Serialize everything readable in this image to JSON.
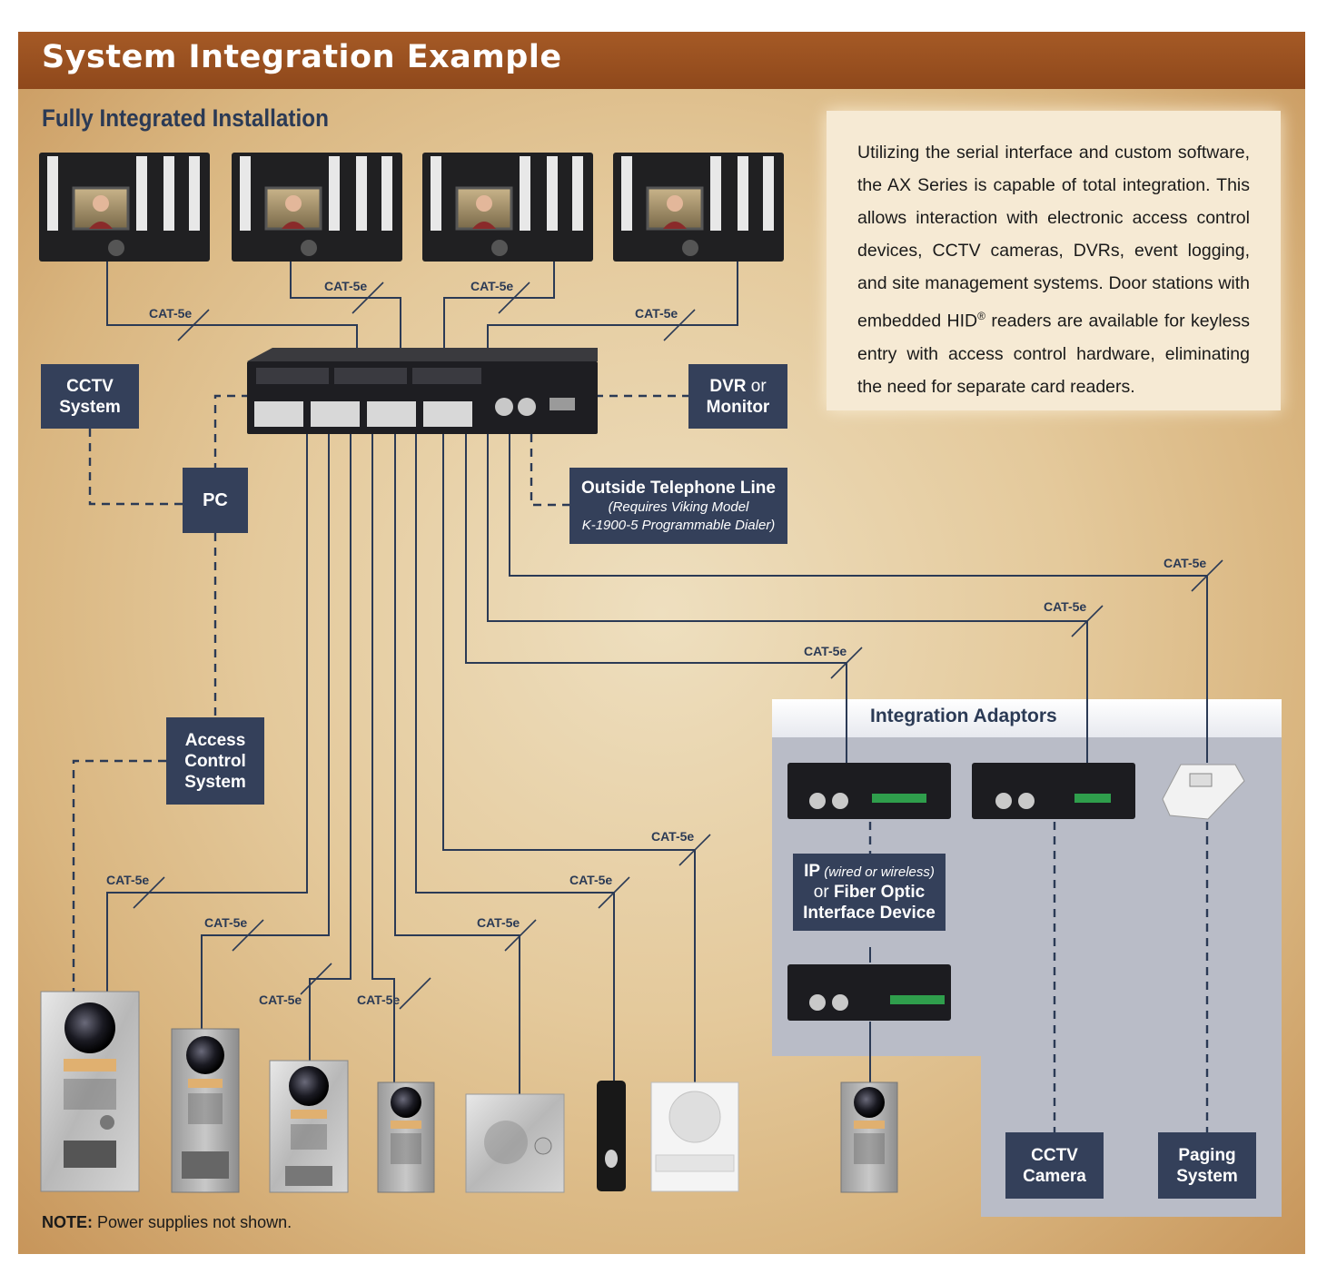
{
  "header": {
    "title": "System Integration Example"
  },
  "subtitle": "Fully Integrated Installation",
  "description": {
    "part1": "Utilizing the serial interface and custom software, the AX Series is capable of total integration. This allows interaction with electronic access control devices, CCTV cameras, DVRs, event logging, and site management systems. Door stations with embedded HID",
    "reg": "®",
    "part2": " readers are available for keyless entry with access control hardware, eliminating the need for separate card readers."
  },
  "boxes": {
    "cctv_system": {
      "line1": "CCTV",
      "line2": "System"
    },
    "pc": {
      "label": "PC"
    },
    "dvr": {
      "strong": "DVR",
      "rest": " or",
      "line2": "Monitor"
    },
    "telephone": {
      "title": "Outside Telephone Line",
      "line2": "(Requires Viking Model",
      "line3": "K-1900-5 Programmable Dialer)"
    },
    "access_control": {
      "line1": "Access",
      "line2": "Control",
      "line3": "System"
    },
    "ip_device": {
      "strong1": "IP",
      "italic": " (wired or wireless)",
      "or": "or ",
      "strong2": "Fiber Optic",
      "line3": "Interface Device"
    },
    "cctv_camera": {
      "line1": "CCTV",
      "line2": "Camera"
    },
    "paging": {
      "line1": "Paging",
      "line2": "System"
    }
  },
  "adaptors_title": "Integration Adaptors",
  "cable_label": "CAT-5e",
  "note": {
    "bold": "NOTE:",
    "text": " Power supplies not shown."
  },
  "colors": {
    "banner": "#97501f",
    "box": "#34405a",
    "line": "#2b3a55",
    "panel": "#b9bcc7"
  }
}
